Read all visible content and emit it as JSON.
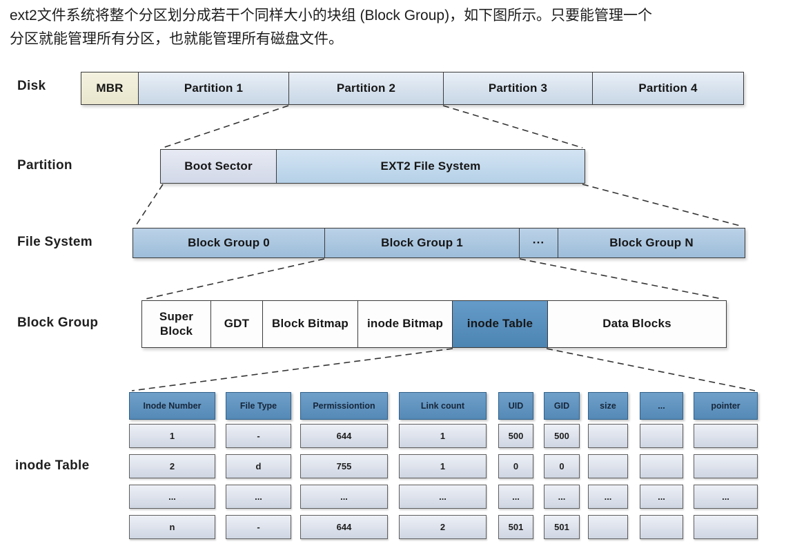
{
  "intro": {
    "line1": "ext2文件系统将整个分区划分成若干个同样大小的块组 (Block Group)，如下图所示。只要能管理一个",
    "line2": "分区就能管理所有分区，也就能管理所有磁盘文件。"
  },
  "rows": {
    "disk": {
      "label": "Disk",
      "cells": {
        "mbr": "MBR",
        "p1": "Partition 1",
        "p2": "Partition 2",
        "p3": "Partition 3",
        "p4": "Partition 4"
      }
    },
    "partition": {
      "label": "Partition",
      "cells": {
        "boot": "Boot Sector",
        "ext2": "EXT2 File System"
      }
    },
    "filesystem": {
      "label": "File System",
      "cells": {
        "bg0": "Block Group 0",
        "bg1": "Block Group 1",
        "dots": "···",
        "bgn": "Block Group N"
      }
    },
    "blockgroup": {
      "label": "Block Group",
      "cells": {
        "super": "Super Block",
        "gdt": "GDT",
        "bbitmap": "Block Bitmap",
        "ibitmap": "inode Bitmap",
        "itable": "inode Table",
        "data": "Data Blocks"
      }
    }
  },
  "inode_table": {
    "label": "inode Table",
    "headers": [
      "Inode Number",
      "File Type",
      "Permissiontion",
      "Link count",
      "UID",
      "GID",
      "size",
      "...",
      "pointer"
    ],
    "rows": [
      [
        "1",
        "-",
        "644",
        "1",
        "500",
        "500",
        "",
        "",
        ""
      ],
      [
        "2",
        "d",
        "755",
        "1",
        "0",
        "0",
        "",
        "",
        ""
      ],
      [
        "...",
        "...",
        "...",
        "...",
        "...",
        "...",
        "...",
        "...",
        "..."
      ],
      [
        "n",
        "-",
        "644",
        "2",
        "501",
        "501",
        "",
        "",
        ""
      ]
    ]
  },
  "colors": {
    "header_blue": "#5d92bd",
    "highlight_blue": "#5590c0",
    "mbr_cream": "#f1efda",
    "cell_light": "#dfe5ef",
    "line_dark": "#333333"
  }
}
